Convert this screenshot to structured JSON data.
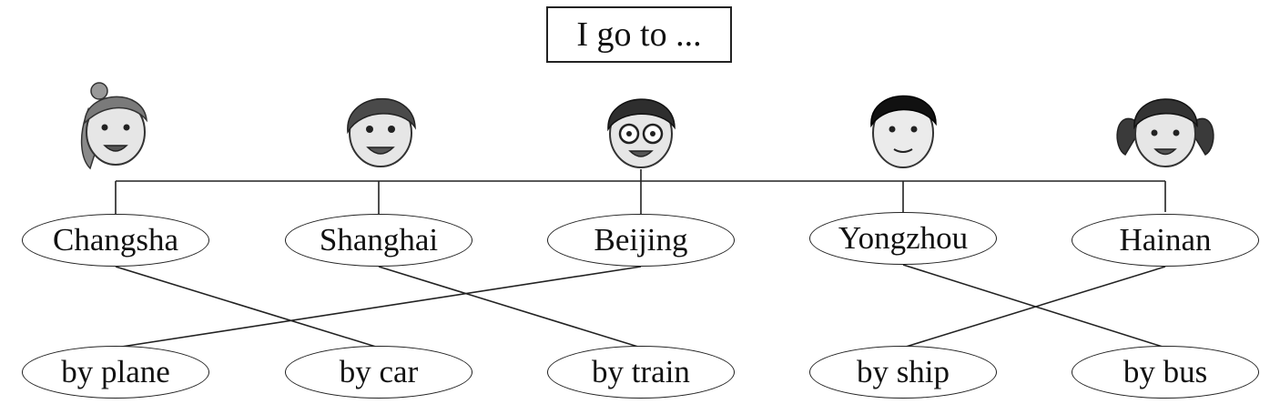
{
  "title": "I go to ...",
  "children": [
    {
      "name": "girl-ponytail"
    },
    {
      "name": "boy-smiling"
    },
    {
      "name": "boy-glasses"
    },
    {
      "name": "boy-short-hair"
    },
    {
      "name": "girl-pigtails"
    }
  ],
  "places": [
    "Changsha",
    "Shanghai",
    "Beijing",
    "Yongzhou",
    "Hainan"
  ],
  "transport": [
    "by plane",
    "by car",
    "by train",
    "by ship",
    "by bus"
  ],
  "matches": [
    {
      "place": "Changsha",
      "transport": "by car"
    },
    {
      "place": "Shanghai",
      "transport": "by train"
    },
    {
      "place": "Beijing",
      "transport": "by plane"
    },
    {
      "place": "Yongzhou",
      "transport": "by bus"
    },
    {
      "place": "Hainan",
      "transport": "by ship"
    }
  ],
  "colors": {
    "line": "#222222",
    "background": "#ffffff"
  }
}
